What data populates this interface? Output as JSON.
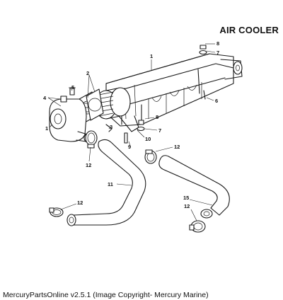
{
  "title": "AIR COOLER",
  "caption": "MercuryPartsOnline v2.5.1 (Image Copyright- Mercury Marine)",
  "callouts": {
    "c1_top": "1",
    "c1_left": "1",
    "c2": "2",
    "c3": "3",
    "c4": "4",
    "c5": "5",
    "c6": "6",
    "c7_top": "7",
    "c7_mid": "7",
    "c8_top": "8",
    "c8_mid": "8",
    "c9": "9",
    "c10": "10",
    "c11": "11",
    "c12_a": "12",
    "c12_b": "12",
    "c12_c": "12",
    "c12_d": "12",
    "c15": "15"
  }
}
